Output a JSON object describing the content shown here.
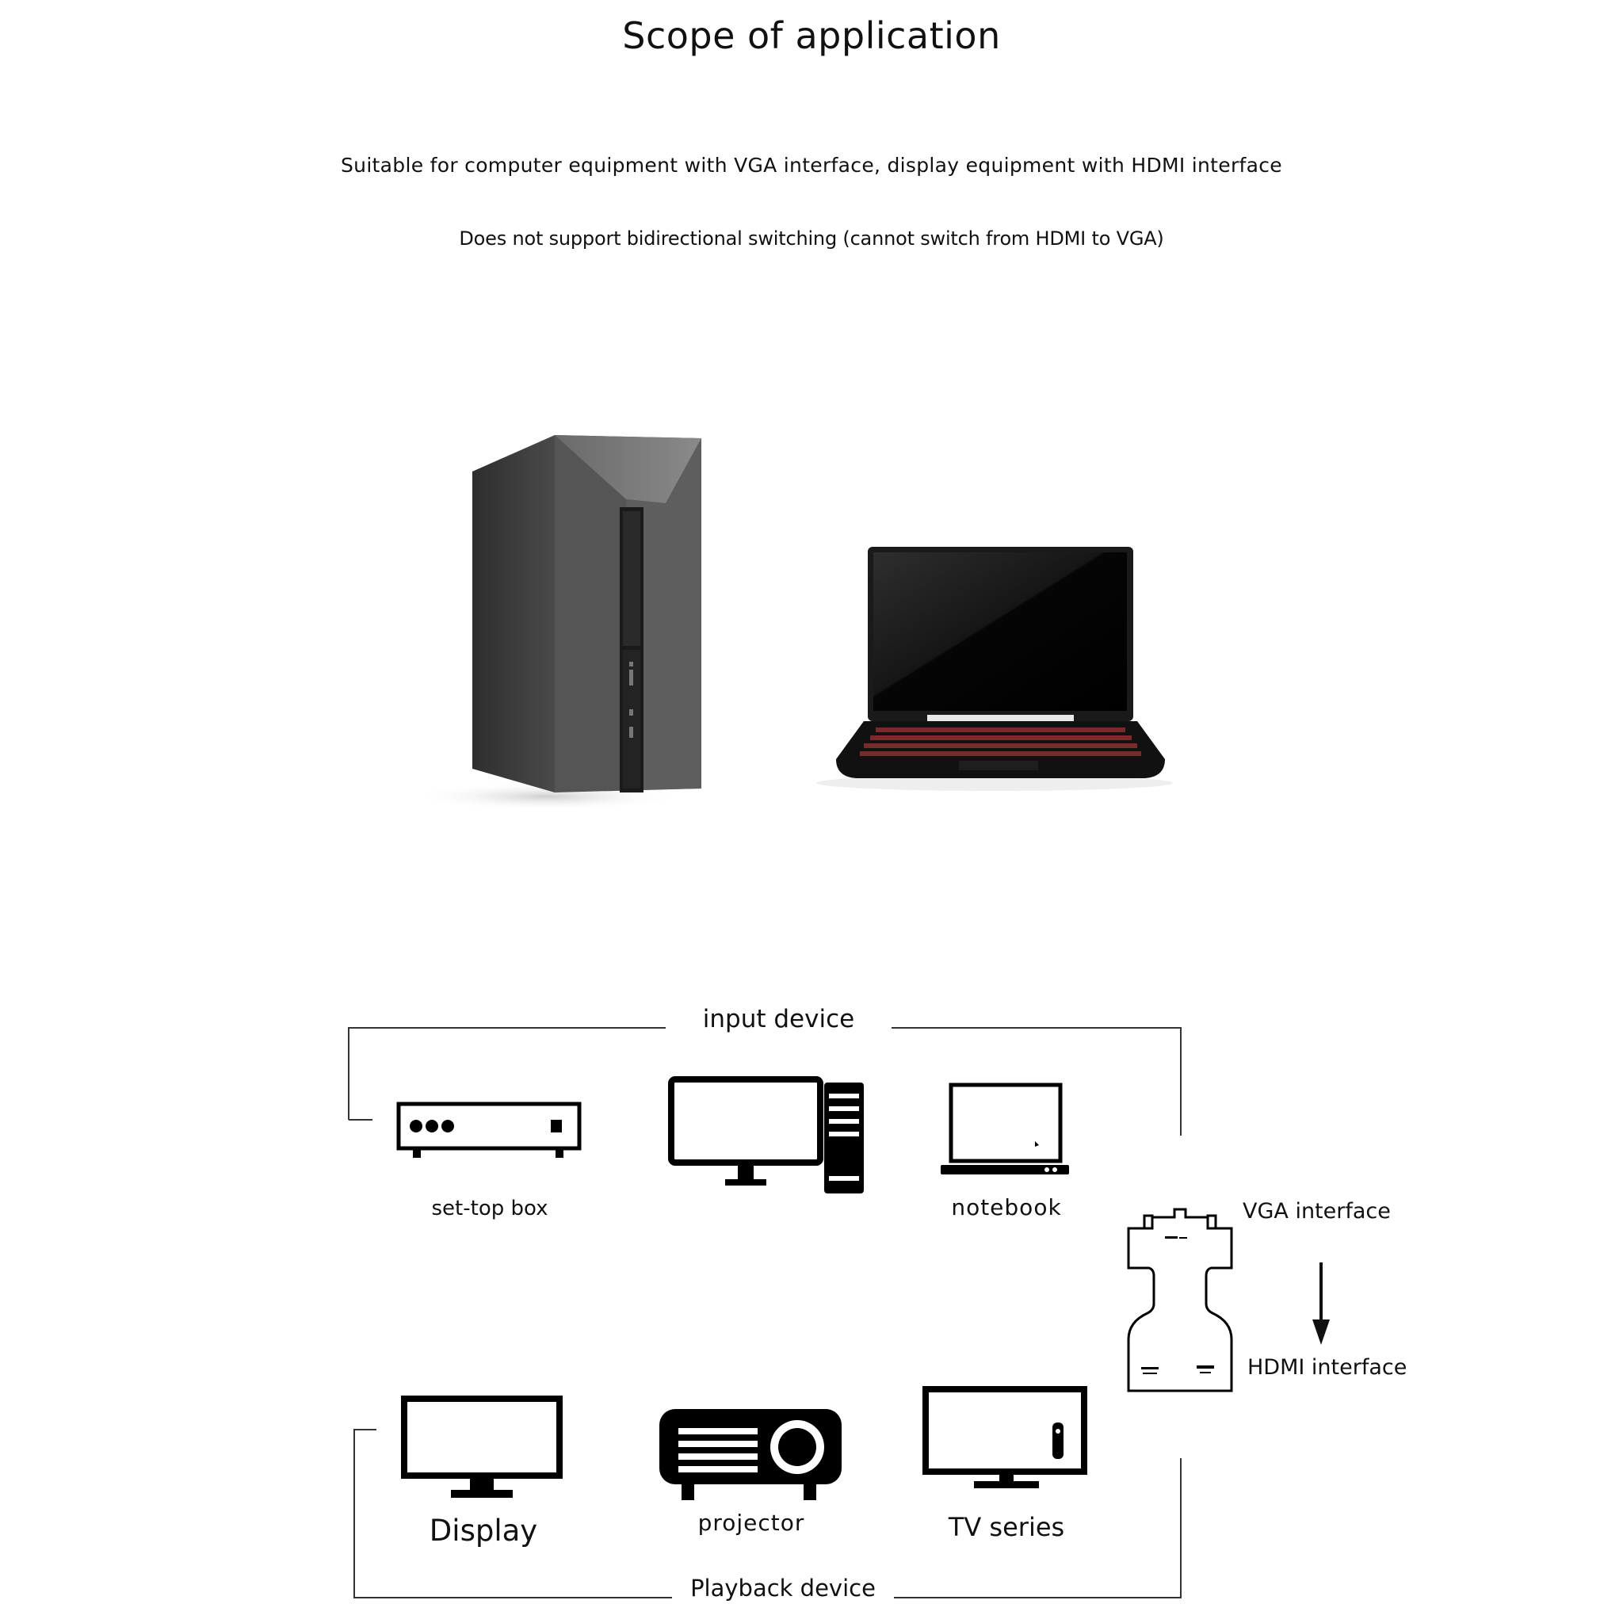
{
  "header": {
    "title": "Scope of application",
    "line1": "Suitable for computer equipment with VGA interface, display equipment with HDMI interface",
    "line2": "Does not support bidirectional switching (cannot switch from HDMI to VGA)"
  },
  "diagram": {
    "input_group_label": "input device",
    "playback_group_label": "Playback device",
    "inputs": {
      "settop_label": "set-top box",
      "notebook_label": "notebook"
    },
    "outputs": {
      "display_label": "Display",
      "projector_label": "projector",
      "tv_label": "TV series"
    },
    "adapter": {
      "vga_label": "VGA interface",
      "hdmi_label": "HDMI interface"
    }
  },
  "icons": {
    "tower": "desktop-tower-icon",
    "laptop": "laptop-icon",
    "settop": "set-top-box-icon",
    "desktop": "desktop-computer-icon",
    "notebook": "notebook-icon",
    "display": "display-monitor-icon",
    "projector": "projector-icon",
    "tv": "tv-icon",
    "adapter": "vga-hdmi-adapter-icon",
    "arrow": "arrow-down-icon"
  },
  "colors": {
    "laptop_keys": "#7a2a2a",
    "tower_body": "#3a3a3a"
  }
}
